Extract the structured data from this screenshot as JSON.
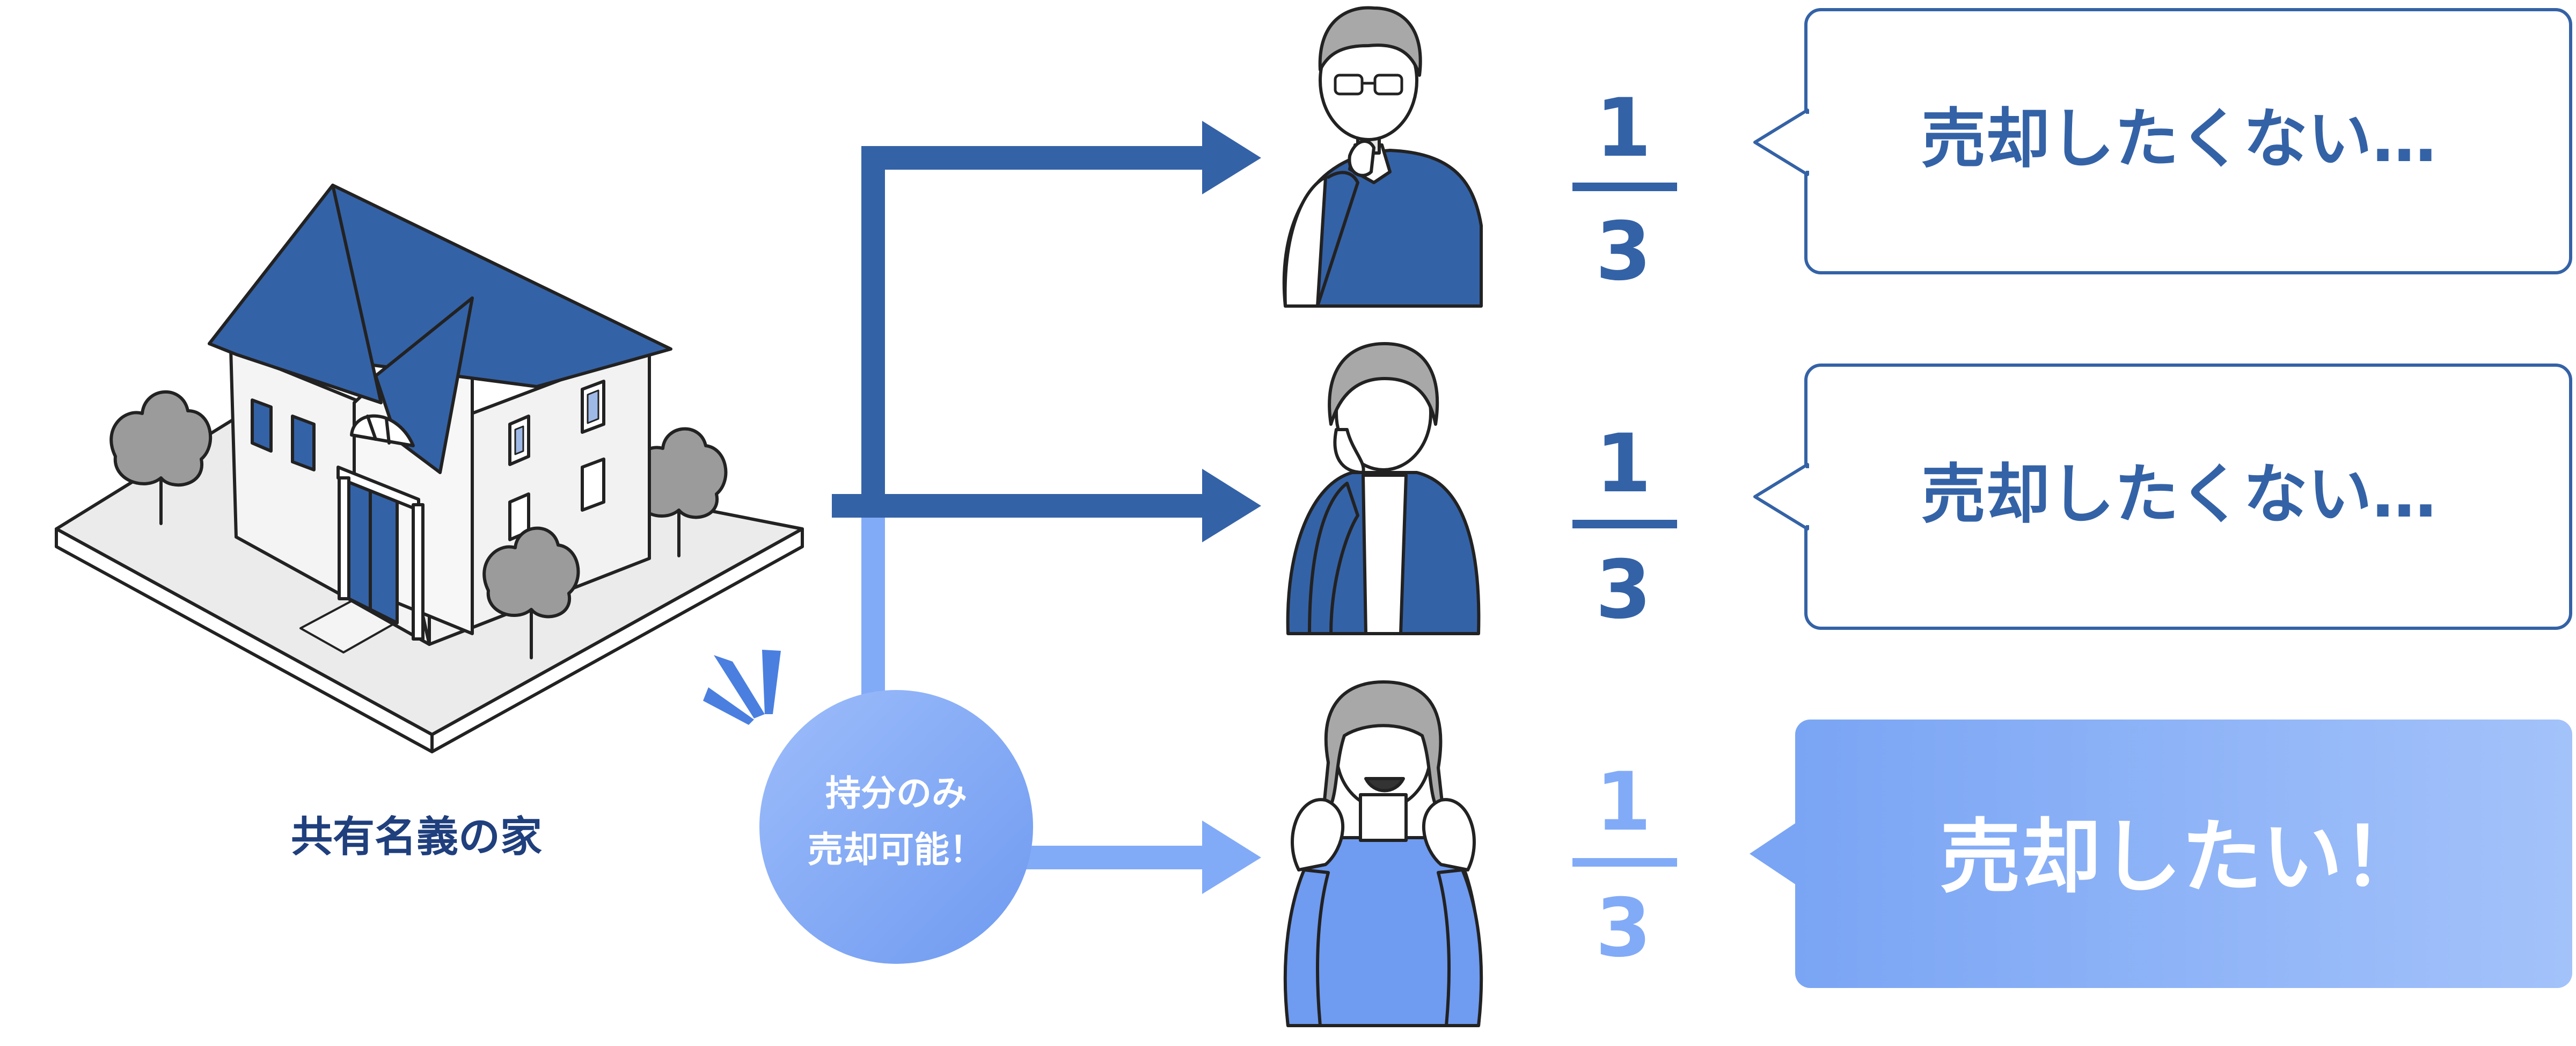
{
  "house": {
    "caption": "共有名義の家"
  },
  "badge": {
    "line1": "持分のみ",
    "line2": "売却可能！"
  },
  "owners": [
    {
      "share_numerator": "1",
      "share_denominator": "3",
      "share_value": 0.3333,
      "speech": "売却したくない…"
    },
    {
      "share_numerator": "1",
      "share_denominator": "3",
      "share_value": 0.3333,
      "speech": "売却したくない…"
    },
    {
      "share_numerator": "1",
      "share_denominator": "3",
      "share_value": 0.3333,
      "speech": "売却したい！"
    }
  ],
  "colors": {
    "dark_blue": "#3462a6",
    "light_blue": "#82abf7",
    "navy_text": "#1f3f7d",
    "house_wall": "#f2f2f2",
    "ground": "#e9e9e9",
    "tree": "#9b9b9b",
    "outline": "#222222"
  }
}
